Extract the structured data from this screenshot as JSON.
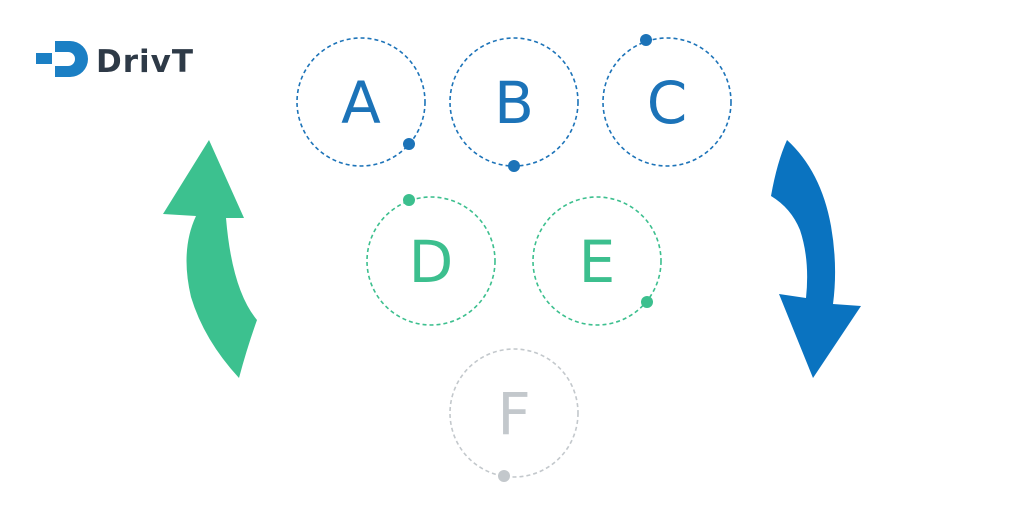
{
  "logo": {
    "text": "DrivT",
    "color": "#2e3a47",
    "mark_color": "#1b7fc4"
  },
  "grades": [
    {
      "letter": "A",
      "tier": "top",
      "color": "#1c73b8",
      "marker": "bottom-right"
    },
    {
      "letter": "B",
      "tier": "top",
      "color": "#1c73b8",
      "marker": "bottom"
    },
    {
      "letter": "C",
      "tier": "top",
      "color": "#1c73b8",
      "marker": "top-left"
    },
    {
      "letter": "D",
      "tier": "middle",
      "color": "#3cbf8e",
      "marker": "top-left"
    },
    {
      "letter": "E",
      "tier": "middle",
      "color": "#3cbf8e",
      "marker": "bottom-right"
    },
    {
      "letter": "F",
      "tier": "bottom",
      "color": "#c3c8cc",
      "marker": "bottom"
    }
  ],
  "arrows": {
    "up": {
      "direction": "up",
      "color": "#3cc18f"
    },
    "down": {
      "direction": "down",
      "color": "#0a73c0"
    }
  }
}
